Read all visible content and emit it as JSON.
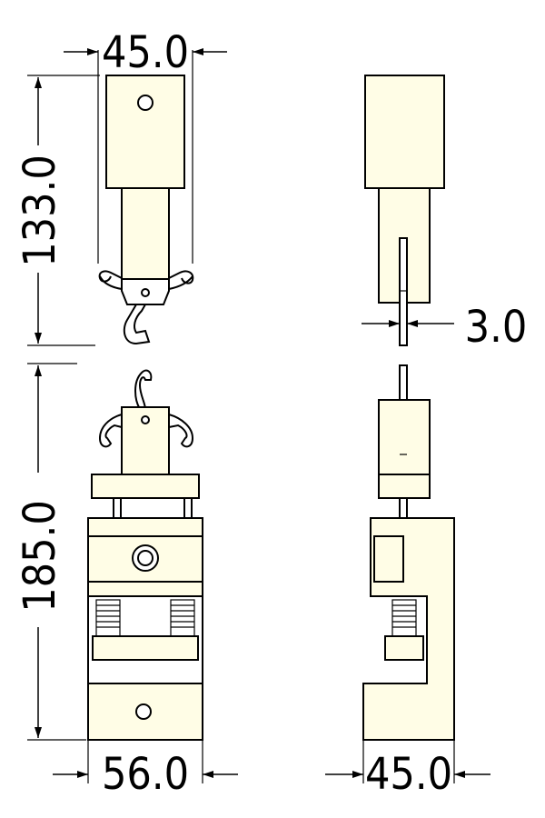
{
  "dimensions": {
    "top_width": "45.0",
    "top_height": "133.0",
    "side_thickness": "3.0",
    "bottom_height": "185.0",
    "bottom_width": "56.0",
    "side_width": "45.0"
  }
}
